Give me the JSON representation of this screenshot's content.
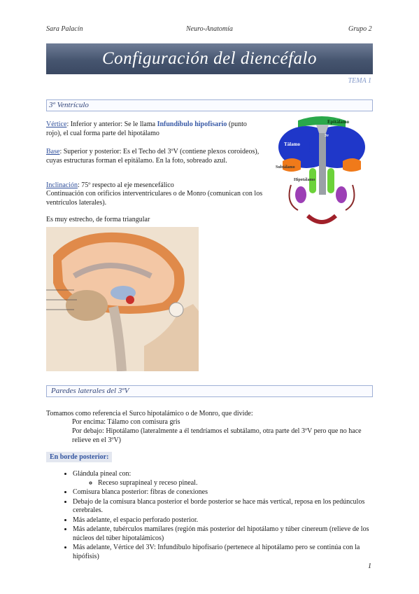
{
  "header": {
    "author": "Sara Palacín",
    "subject": "Neuro-Anatomía",
    "group": "Grupo 2"
  },
  "title": "Configuración del diencéfalo",
  "tema": "TEMA 1",
  "section1": {
    "heading": "3º Ventrículo",
    "vertice_label": "Vértice",
    "vertice_text_a": ": Inferior y anterior: Se le llama ",
    "vertice_highlight": "Infundíbulo hipofisario",
    "vertice_text_b": " (punto rojo), el cual forma parte del hipotálamo",
    "base_label": "Base",
    "base_text": ": Superior y posterior: Es el Techo del 3ºV (contiene plexos coroideos), cuyas estructuras forman el epitálamo. En la foto, sobreado azul.",
    "inclinacion_label": "Inclinación",
    "inclinacion_text": ": 75º respecto al eje mesencefálico",
    "continuacion": "Continuación con orificios interventriculares o de Monro (comunican con los ventrículos laterales).",
    "shape": "Es muy estrecho, de forma triangular"
  },
  "diagram_labels": {
    "epitalamo": "Epitálamo",
    "v3": "3v",
    "talamo": "Tálamo",
    "subtalamo": "Subtálamo",
    "hipotalamo": "Hipotálamo"
  },
  "section2": {
    "heading": "Paredes laterales del 3ºV",
    "intro": "Tomamos como referencia el Surco hipotalámico o de Monro, que divide:",
    "por_encima": "Por encima: Tálamo con comisura gris",
    "por_debajo": "Por debajo: Hipotálamo (lateralmente a él tendríamos el subtálamo, otra parte del 3ºV pero que no hace relieve en el 3ºV)"
  },
  "borde_posterior": {
    "tag": "En borde posterior:",
    "items": [
      "Glándula pineal con:",
      "Comisura blanca posterior: fibras de conexiones",
      "Debajo de la comisura blanca posterior el borde posterior se hace más vertical, reposa en los pedúnculos cerebrales.",
      "Más adelante, el espacio perforado posterior.",
      "Más adelante, tubérculos mamilares (región más posterior del hipotálamo y túber cinereum (relieve de los núcleos del túber hipotalámicos)",
      "Más adelante, Vértice del 3V: Infundíbulo hipofisario (pertenece al hipotálamo pero se continúa con la hipófisis)"
    ],
    "subitem": "Receso suprapineal y receso pineal."
  },
  "page_number": "1"
}
